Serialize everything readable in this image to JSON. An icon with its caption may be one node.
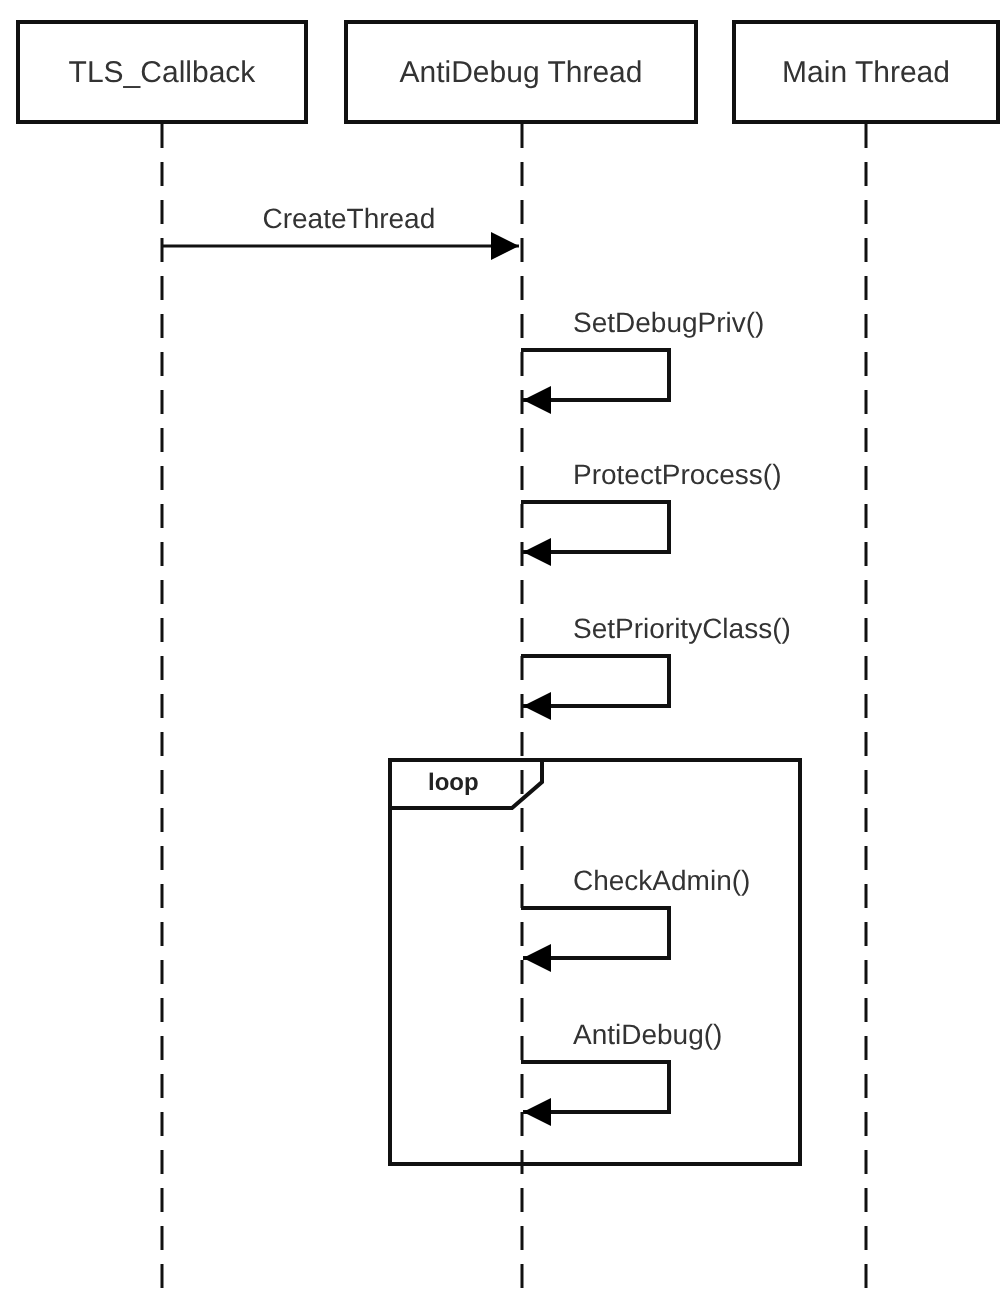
{
  "diagram": {
    "nodes": [
      {
        "text": [
          "TLS_Callback"
        ]
      },
      {
        "text": [
          "AntiDebug Thread"
        ]
      },
      {
        "text": [
          "Main Thread"
        ]
      }
    ],
    "labels": [
      "loop"
    ],
    "edges": [
      {
        "from": 0,
        "to": 1,
        "arrow": "to",
        "label": "CreateThread"
      },
      {
        "from": 1,
        "to": 1,
        "arrow": "to",
        "label": "SetDebugPriv()"
      },
      {
        "from": 1,
        "to": 1,
        "arrow": "to",
        "label": "ProtectProcess()"
      },
      {
        "from": 1,
        "to": 1,
        "arrow": "to",
        "label": "SetPriorityClass()"
      },
      {
        "from": 1,
        "to": 1,
        "arrow": "to",
        "label": "CheckAdmin()"
      },
      {
        "from": 1,
        "to": 1,
        "arrow": "to",
        "label": "AntiDebug()"
      }
    ]
  }
}
